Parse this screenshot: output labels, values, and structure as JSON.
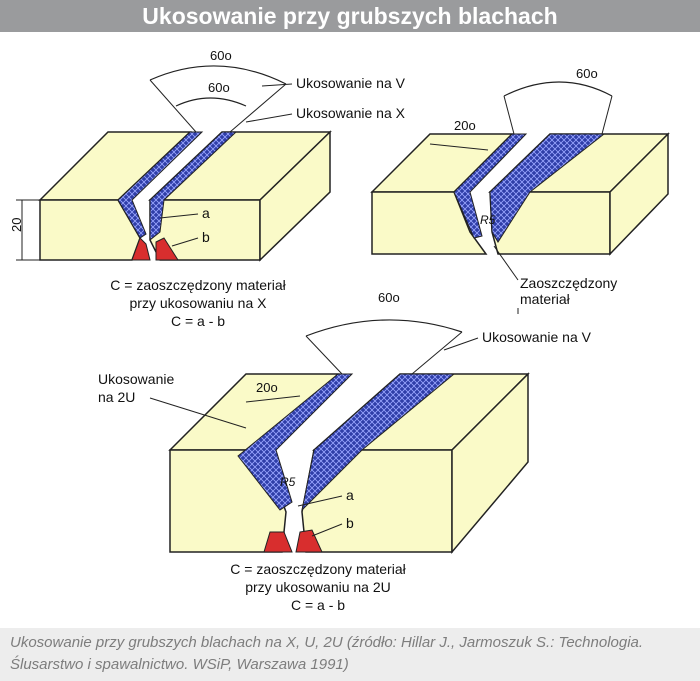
{
  "header": {
    "title": "Ukosowanie przy grubszych blachach"
  },
  "figure": {
    "top_left": {
      "angle_outer": "60o",
      "angle_inner": "60o",
      "label_v": "Ukosowanie na V",
      "label_x": "Ukosowanie na X",
      "label_a": "a",
      "label_b": "b",
      "dimension": "20",
      "caption_line1": "C = zaoszczędzony materiał",
      "caption_line2": "przy ukosowaniu na X",
      "caption_line3": "C = a - b"
    },
    "top_right": {
      "angle_top": "60o",
      "angle_bevel": "20o",
      "radius": "R5",
      "saved_line1": "Zaoszczędzony",
      "saved_line2": "materiał"
    },
    "bottom": {
      "angle_top": "60o",
      "angle_bevel": "20o",
      "radius": "R5",
      "label_v": "Ukosowanie na V",
      "label_2u_line1": "Ukosowanie",
      "label_2u_line2": "na 2U",
      "label_a": "a",
      "label_b": "b",
      "caption_line1": "C = zaoszczędzony materiał",
      "caption_line2": "przy ukosowaniu na 2U",
      "caption_line3": "C = a - b"
    }
  },
  "caption": {
    "text": "Ukosowanie przy grubszych blachach na X, U, 2U (źródło: Hillar J., Jarmoszuk S.: Technologia. Ślusarstwo i spawalnictwo. WSiP, Warszawa 1991)"
  },
  "colors": {
    "block_fill": "#fafac8",
    "weld_blue": "#2f3ea8",
    "root_red": "#d82e2e",
    "header_bg": "#9a9b9d"
  }
}
